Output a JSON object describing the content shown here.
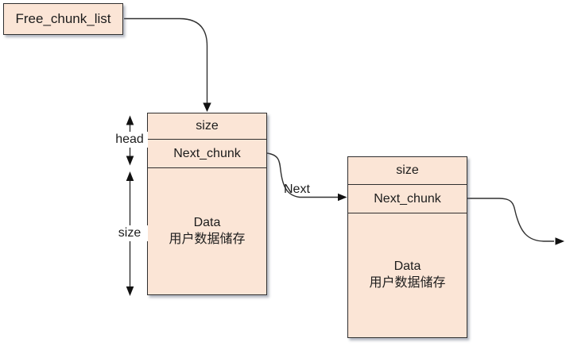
{
  "colors": {
    "chunk_fill": "#fbe5d6",
    "chunk_border": "#2f2f2f",
    "connector_line": "#303030",
    "background": "#ffffff",
    "text": "#1c1c1c"
  },
  "free_list_box": {
    "label": "Free_chunk_list"
  },
  "annotations": {
    "head_label": "head",
    "size_label": "size",
    "next_label": "Next"
  },
  "chunks": [
    {
      "size_label": "size",
      "next_label": "Next_chunk",
      "data_title": "Data",
      "data_subtitle": "用户数据储存"
    },
    {
      "size_label": "size",
      "next_label": "Next_chunk",
      "data_title": "Data",
      "data_subtitle": "用户数据储存"
    }
  ]
}
